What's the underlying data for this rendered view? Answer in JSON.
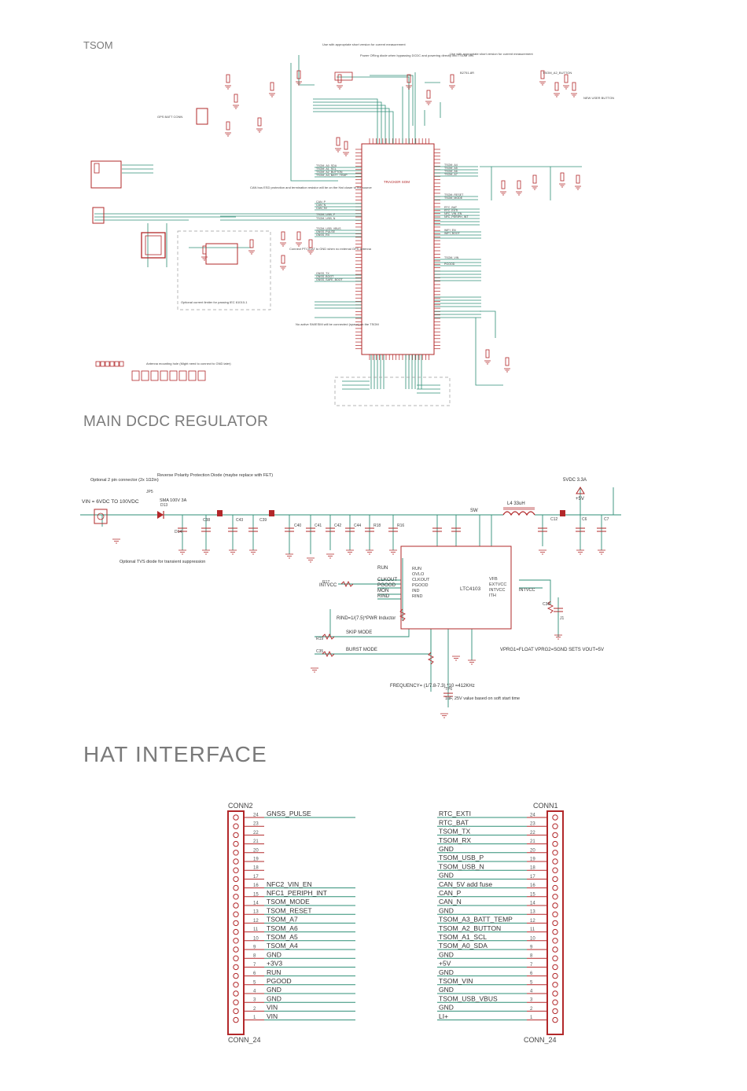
{
  "sections": {
    "tsom": "TSOM",
    "dcdc": "MAIN DCDC REGULATOR",
    "hat": "HAT INTERFACE"
  },
  "colors": {
    "symbol": "#b2282a",
    "wire": "#2f8f77",
    "label": "#7a7a7a",
    "dashed": "#9a9a9a"
  },
  "tsom_block": {
    "module_name": "TRACKER SOM",
    "notes": [
      "Use with appropriate short version for current measurement",
      "Power ORing diode when bypassing DCDC and powering directly into TSOM VIN",
      "Use with appropriate short version for current measurement",
      "CAN bus ESD protection and termination resistor will be on the Hat closer to the source",
      "Connect PTC/CAT to GND when no external GPS antenna",
      "Optional current limiter for passing IEC 61010-1",
      "Antenna mounting hole (Might need to connect to GND later)",
      "No active SM/ESIM will be connected (space) on the TSOM"
    ],
    "labels": {
      "gps_batt": "GPS BATT CONN",
      "user_button": "NEW USER BUTTON",
      "tsom_button": "TSOM_A2_BUTTON",
      "test_point": "B2751-8R"
    },
    "left_nets": [
      "TSOM_A0_SDA",
      "TSOM_A1_SCL",
      "TSOM_A2_BUTTON",
      "TSOM_A3_BATT_TEMP",
      "CAN_P",
      "CAN_N",
      "CAN_5V",
      "TSOM_USB_P",
      "TSOM_USB_N",
      "TSOM_USB_VBUS",
      "GNSS_PULSE",
      "GNSS_RX",
      "GNSS_TX",
      "GNSS_BOOT",
      "GNSS_SAFE_BOOT"
    ],
    "right_nets": [
      "TSOM_A4",
      "TSOM_A5",
      "TSOM_A6",
      "TSOM_A7",
      "TSOM_RESET",
      "TSOM_MODE",
      "RTC_BAT",
      "RTC_EXTI",
      "NFC_VIN_EN",
      "NFC_PERIPH_INT",
      "WIFI_EN",
      "WIFI_BOOT",
      "TSOM_VIN",
      "PGOOD"
    ]
  },
  "dcdc_block": {
    "ic_name": "LTC4103",
    "input_label": "VIN = 6VDC TO 100VDC",
    "connector_note": "Optional 2 pin connector (2x 1Ω2in)",
    "diode_note": "Reverse Polarity Protection Diode (maybe replace with FET)",
    "tvs_note": "Optional TVS diode for transient suppression",
    "diode_rating": "SMA 100V 3A",
    "output_label": "5VDC 3.3A",
    "output_rail": "+5V",
    "inductor": "L4 33uH",
    "rind_note": "RIND=1/(7.5)*PWR Inductor",
    "freq_note": "FREQUENCY= (1/7.8-7.3) *10 =412KHz",
    "vprg_note": "VPRG1=FLOAT VPRG2=SGND SETS VOUT=5V",
    "soft_start_note": "1uF, 25V value based on soft start time",
    "pins_left": [
      "RUN",
      "OVLO",
      "CLKOUT",
      "PGOOD",
      "IND",
      "RIND"
    ],
    "pins_right": [
      "VFB",
      "EXTVCC",
      "INTVCC",
      "ITH"
    ],
    "net_labels": [
      "RUN",
      "CLKOUT",
      "PGOOD",
      "MON",
      "RIND",
      "INTVCC",
      "SKIP MODE",
      "BURST MODE",
      "SW",
      "INTVCC"
    ],
    "parts": [
      "JP5",
      "D13",
      "D14",
      "C38",
      "C43",
      "C39",
      "C40",
      "C41",
      "C42",
      "C44",
      "R18",
      "R16",
      "R17",
      "R19",
      "C35",
      "C36",
      "C12",
      "C6",
      "C7",
      "J1",
      "TP6"
    ]
  },
  "hat": {
    "conn2_title": "CONN2",
    "conn1_title": "CONN1",
    "conn_part": "CONN_24",
    "left_pins": [
      {
        "n": "24",
        "net": "GNSS_PULSE"
      },
      {
        "n": "23",
        "net": ""
      },
      {
        "n": "22",
        "net": ""
      },
      {
        "n": "21",
        "net": ""
      },
      {
        "n": "20",
        "net": ""
      },
      {
        "n": "19",
        "net": ""
      },
      {
        "n": "18",
        "net": ""
      },
      {
        "n": "17",
        "net": ""
      },
      {
        "n": "16",
        "net": "NFC2_VIN_EN"
      },
      {
        "n": "15",
        "net": "NFC1_PERIPH_INT"
      },
      {
        "n": "14",
        "net": "TSOM_MODE"
      },
      {
        "n": "13",
        "net": "TSOM_RESET"
      },
      {
        "n": "12",
        "net": "TSOM_A7"
      },
      {
        "n": "11",
        "net": "TSOM_A6"
      },
      {
        "n": "10",
        "net": "TSOM_A5"
      },
      {
        "n": "9",
        "net": "TSOM_A4"
      },
      {
        "n": "8",
        "net": "GND"
      },
      {
        "n": "7",
        "net": "+3V3"
      },
      {
        "n": "6",
        "net": "RUN"
      },
      {
        "n": "5",
        "net": "PGOOD"
      },
      {
        "n": "4",
        "net": "GND"
      },
      {
        "n": "3",
        "net": "GND"
      },
      {
        "n": "2",
        "net": "VIN"
      },
      {
        "n": "1",
        "net": "VIN"
      }
    ],
    "right_pins": [
      {
        "n": "24",
        "net": "RTC_EXTI"
      },
      {
        "n": "23",
        "net": "RTC_BAT"
      },
      {
        "n": "22",
        "net": "TSOM_TX"
      },
      {
        "n": "21",
        "net": "TSOM_RX"
      },
      {
        "n": "20",
        "net": "GND"
      },
      {
        "n": "19",
        "net": "TSOM_USB_P"
      },
      {
        "n": "18",
        "net": "TSOM_USB_N"
      },
      {
        "n": "17",
        "net": "GND"
      },
      {
        "n": "16",
        "net": "CAN_5V add fuse"
      },
      {
        "n": "15",
        "net": "CAN_P"
      },
      {
        "n": "14",
        "net": "CAN_N"
      },
      {
        "n": "13",
        "net": "GND"
      },
      {
        "n": "12",
        "net": "TSOM_A3_BATT_TEMP"
      },
      {
        "n": "11",
        "net": "TSOM_A2_BUTTON"
      },
      {
        "n": "10",
        "net": "TSOM_A1_SCL"
      },
      {
        "n": "9",
        "net": "TSOM_A0_SDA"
      },
      {
        "n": "8",
        "net": "GND"
      },
      {
        "n": "7",
        "net": "+5V"
      },
      {
        "n": "6",
        "net": "GND"
      },
      {
        "n": "5",
        "net": "TSOM_VIN"
      },
      {
        "n": "4",
        "net": "GND"
      },
      {
        "n": "3",
        "net": "TSOM_USB_VBUS"
      },
      {
        "n": "2",
        "net": "GND"
      },
      {
        "n": "1",
        "net": "LI+"
      }
    ]
  }
}
